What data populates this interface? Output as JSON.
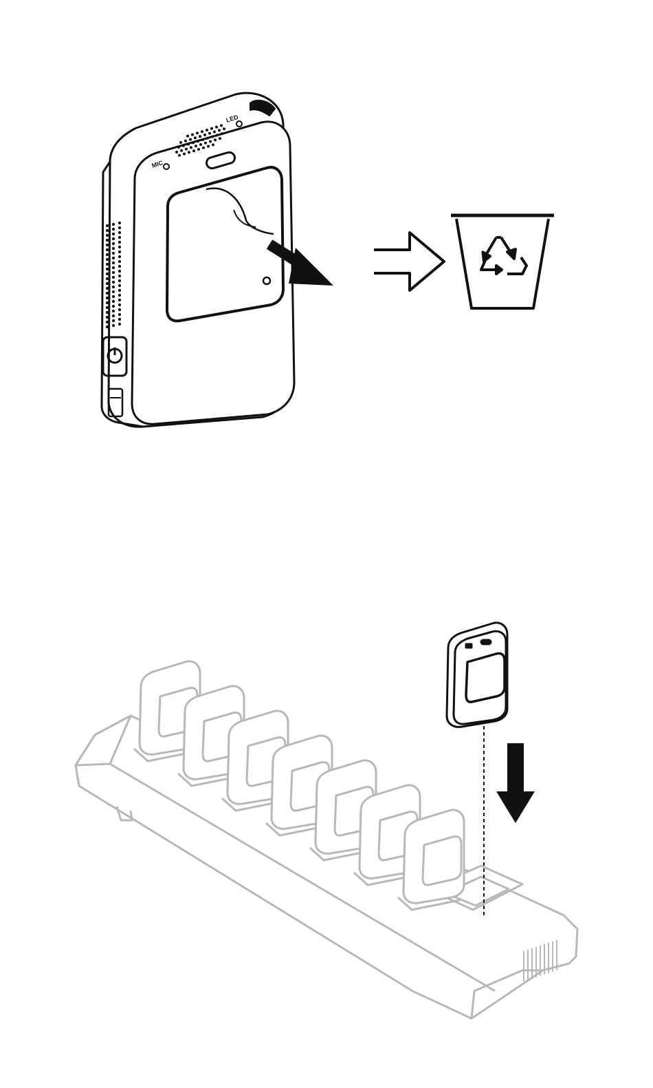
{
  "figures": [
    {
      "name": "remove-screen-protector-and-recycle"
    },
    {
      "name": "insert-device-into-multi-dock"
    }
  ],
  "device": {
    "top_labels": [
      "MIC",
      "LED"
    ],
    "slider_symbol": "power"
  },
  "dock": {
    "occupied_slots": 7,
    "empty_slots": 1
  },
  "icons": [
    "peel-arrow-icon",
    "then-arrow-icon",
    "recycle-bin-icon",
    "insert-down-arrow-icon",
    "power-button-icon"
  ],
  "colors": {
    "line": "#111111",
    "dock_line": "#b8b8b8",
    "background": "#ffffff"
  }
}
